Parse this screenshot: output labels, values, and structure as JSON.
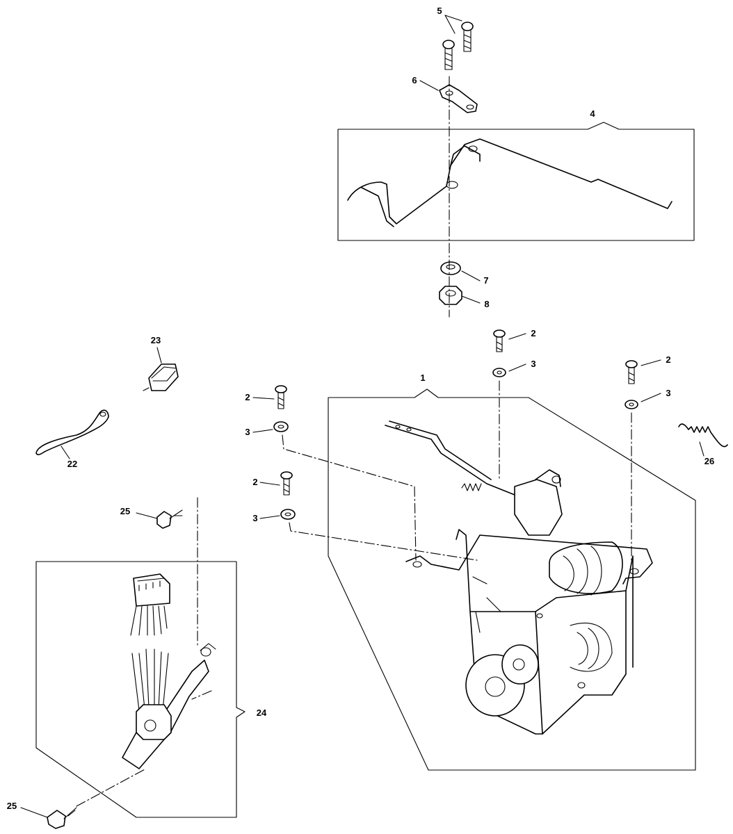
{
  "callouts": {
    "c1": "1",
    "c2a": "2",
    "c2b": "2",
    "c2c": "2",
    "c2d": "2",
    "c3a": "3",
    "c3b": "3",
    "c3c": "3",
    "c3d": "3",
    "c4": "4",
    "c5": "5",
    "c6": "6",
    "c7": "7",
    "c8": "8",
    "c22": "22",
    "c23": "23",
    "c24": "24",
    "c25a": "25",
    "c25b": "25",
    "c26": "26"
  }
}
